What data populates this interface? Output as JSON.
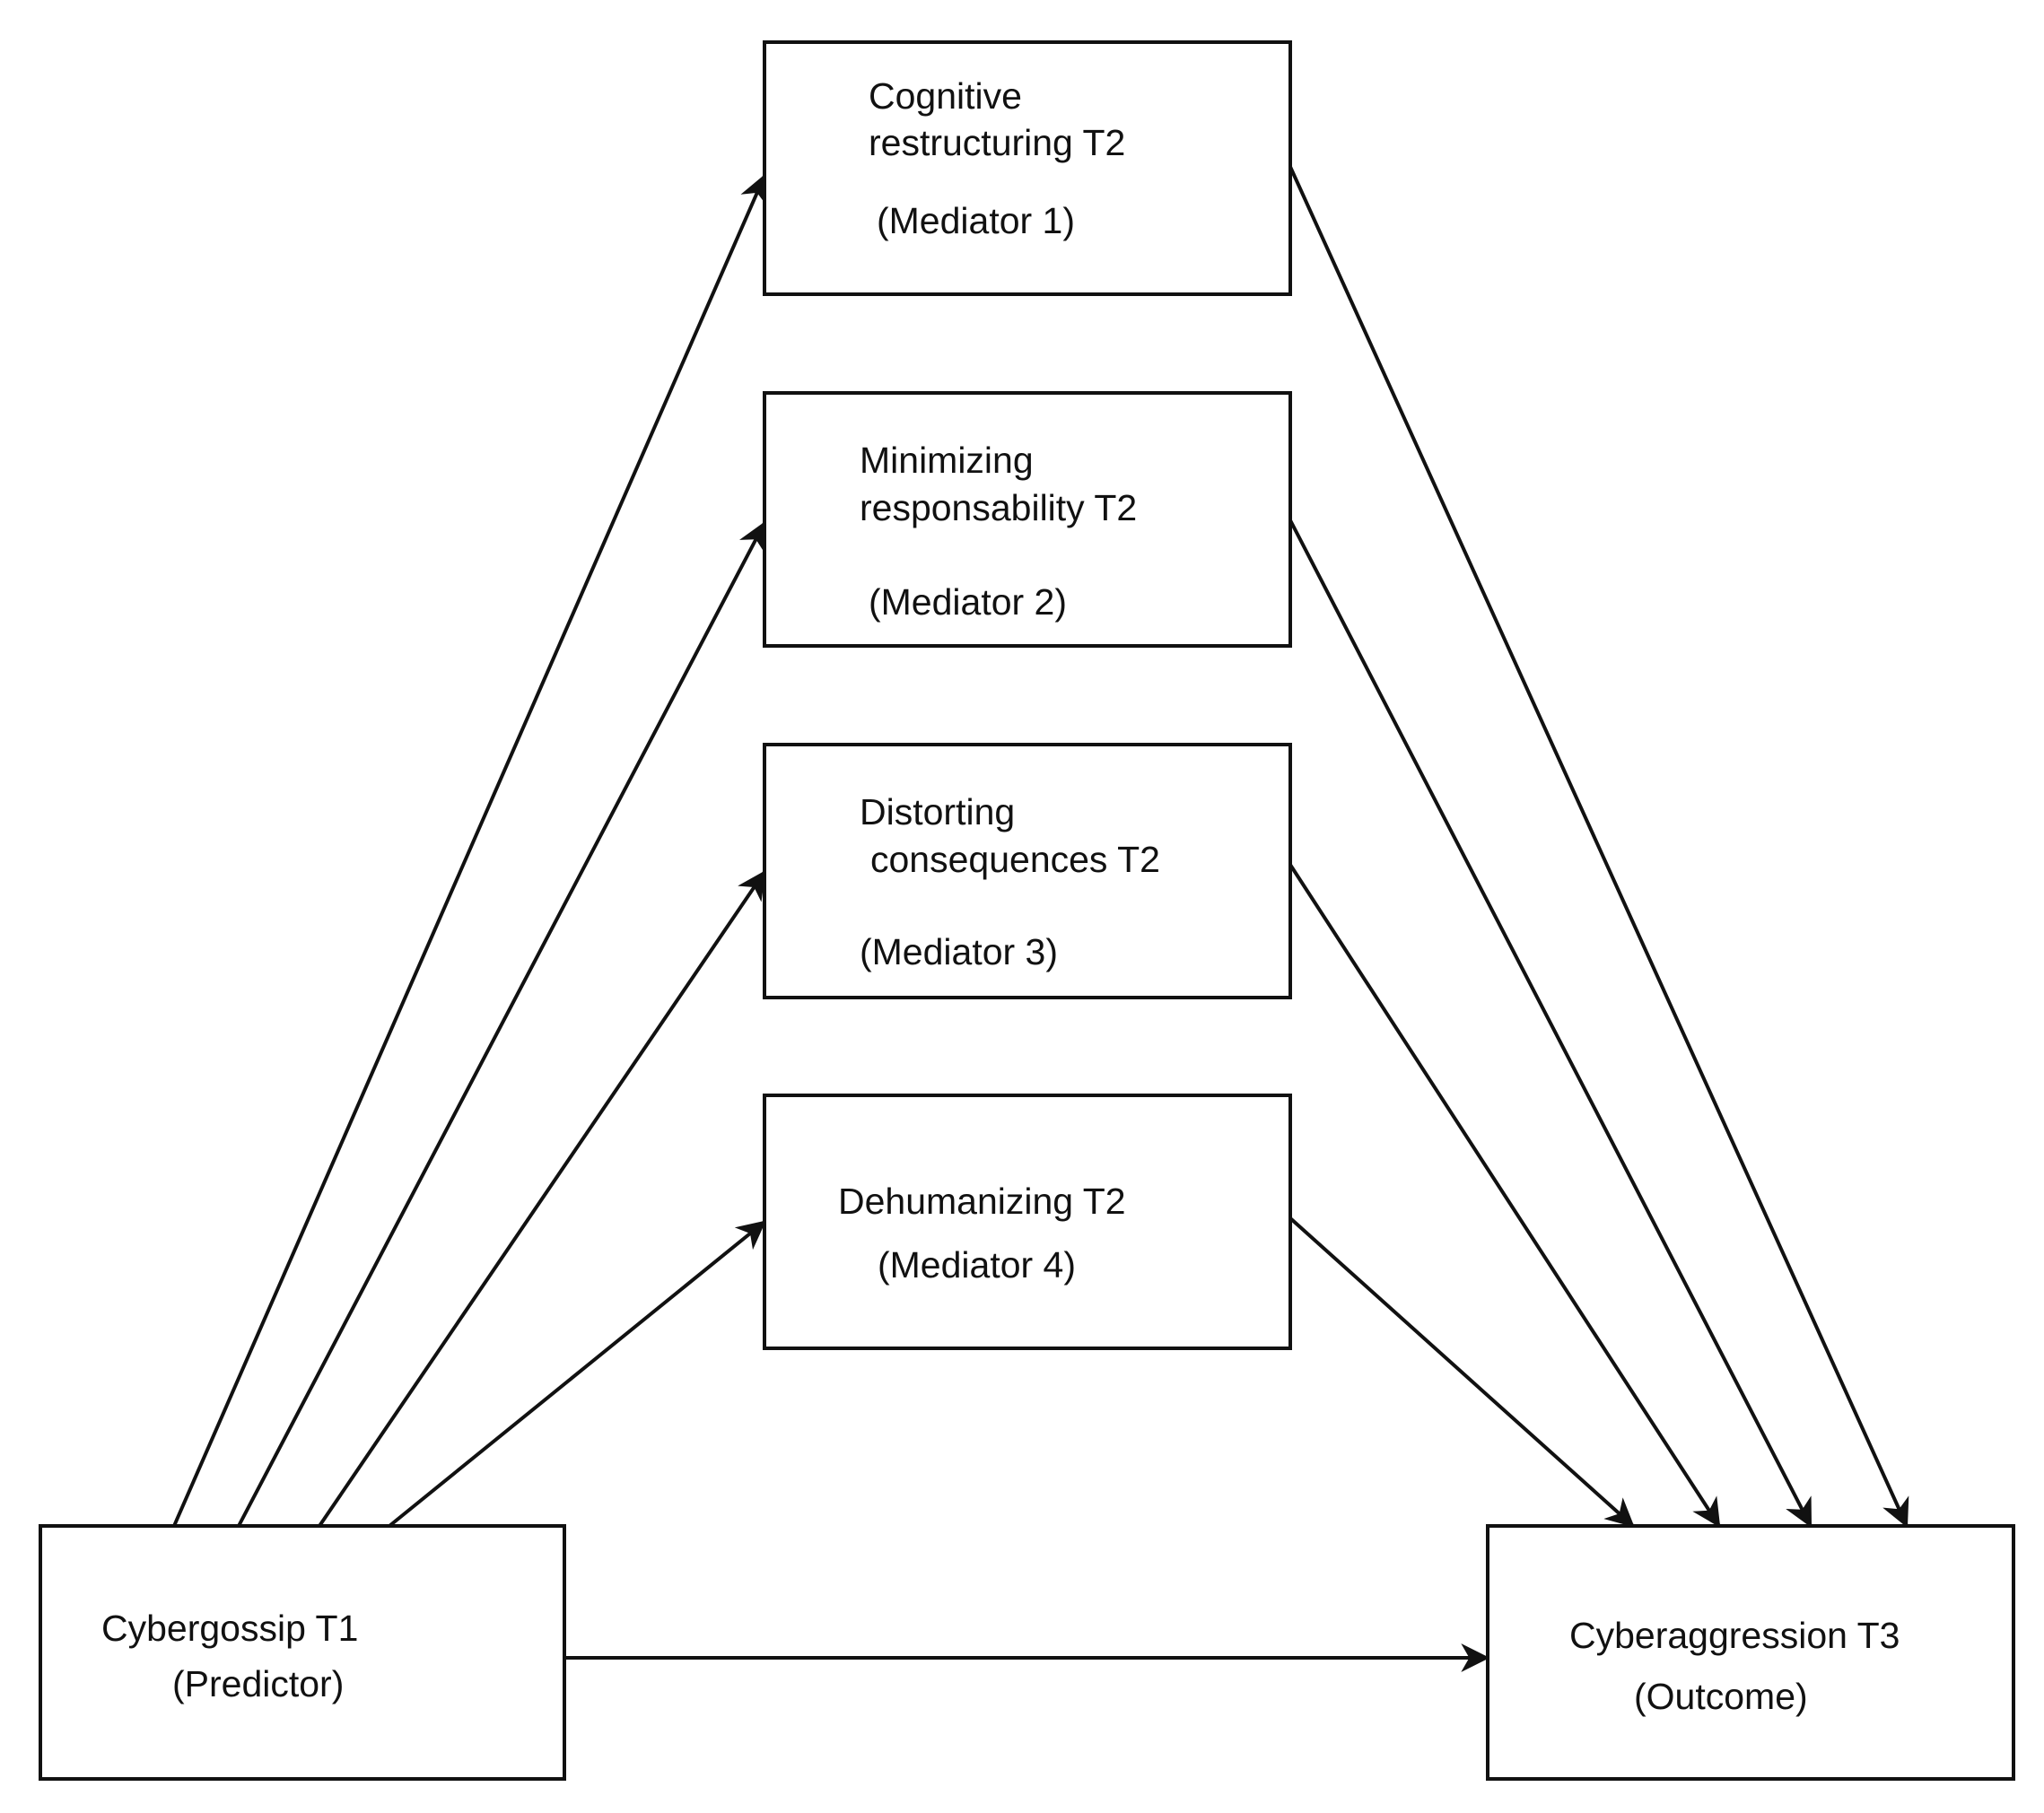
{
  "diagram": {
    "nodes": [
      {
        "id": "predictor",
        "lines": [
          "Cybergossip T1",
          "(Predictor)"
        ]
      },
      {
        "id": "mediator-1",
        "lines": [
          "Cognitive",
          "restructuring T2",
          "(Mediator 1)"
        ]
      },
      {
        "id": "mediator-2",
        "lines": [
          "Minimizing",
          "responsability T2",
          "(Mediator 2)"
        ]
      },
      {
        "id": "mediator-3",
        "lines": [
          "Distorting",
          "consequences T2",
          "(Mediator 3)"
        ]
      },
      {
        "id": "mediator-4",
        "lines": [
          "Dehumanizing T2",
          "(Mediator 4)"
        ]
      },
      {
        "id": "outcome",
        "lines": [
          "Cyberaggression T3",
          "(Outcome)"
        ]
      }
    ],
    "edges": [
      {
        "from": "predictor",
        "to": "mediator-1"
      },
      {
        "from": "predictor",
        "to": "mediator-2"
      },
      {
        "from": "predictor",
        "to": "mediator-3"
      },
      {
        "from": "predictor",
        "to": "mediator-4"
      },
      {
        "from": "mediator-1",
        "to": "outcome"
      },
      {
        "from": "mediator-2",
        "to": "outcome"
      },
      {
        "from": "mediator-3",
        "to": "outcome"
      },
      {
        "from": "mediator-4",
        "to": "outcome"
      },
      {
        "from": "predictor",
        "to": "outcome"
      }
    ],
    "colors": {
      "stroke": "#111111",
      "text": "#111111",
      "background": "#ffffff"
    }
  }
}
